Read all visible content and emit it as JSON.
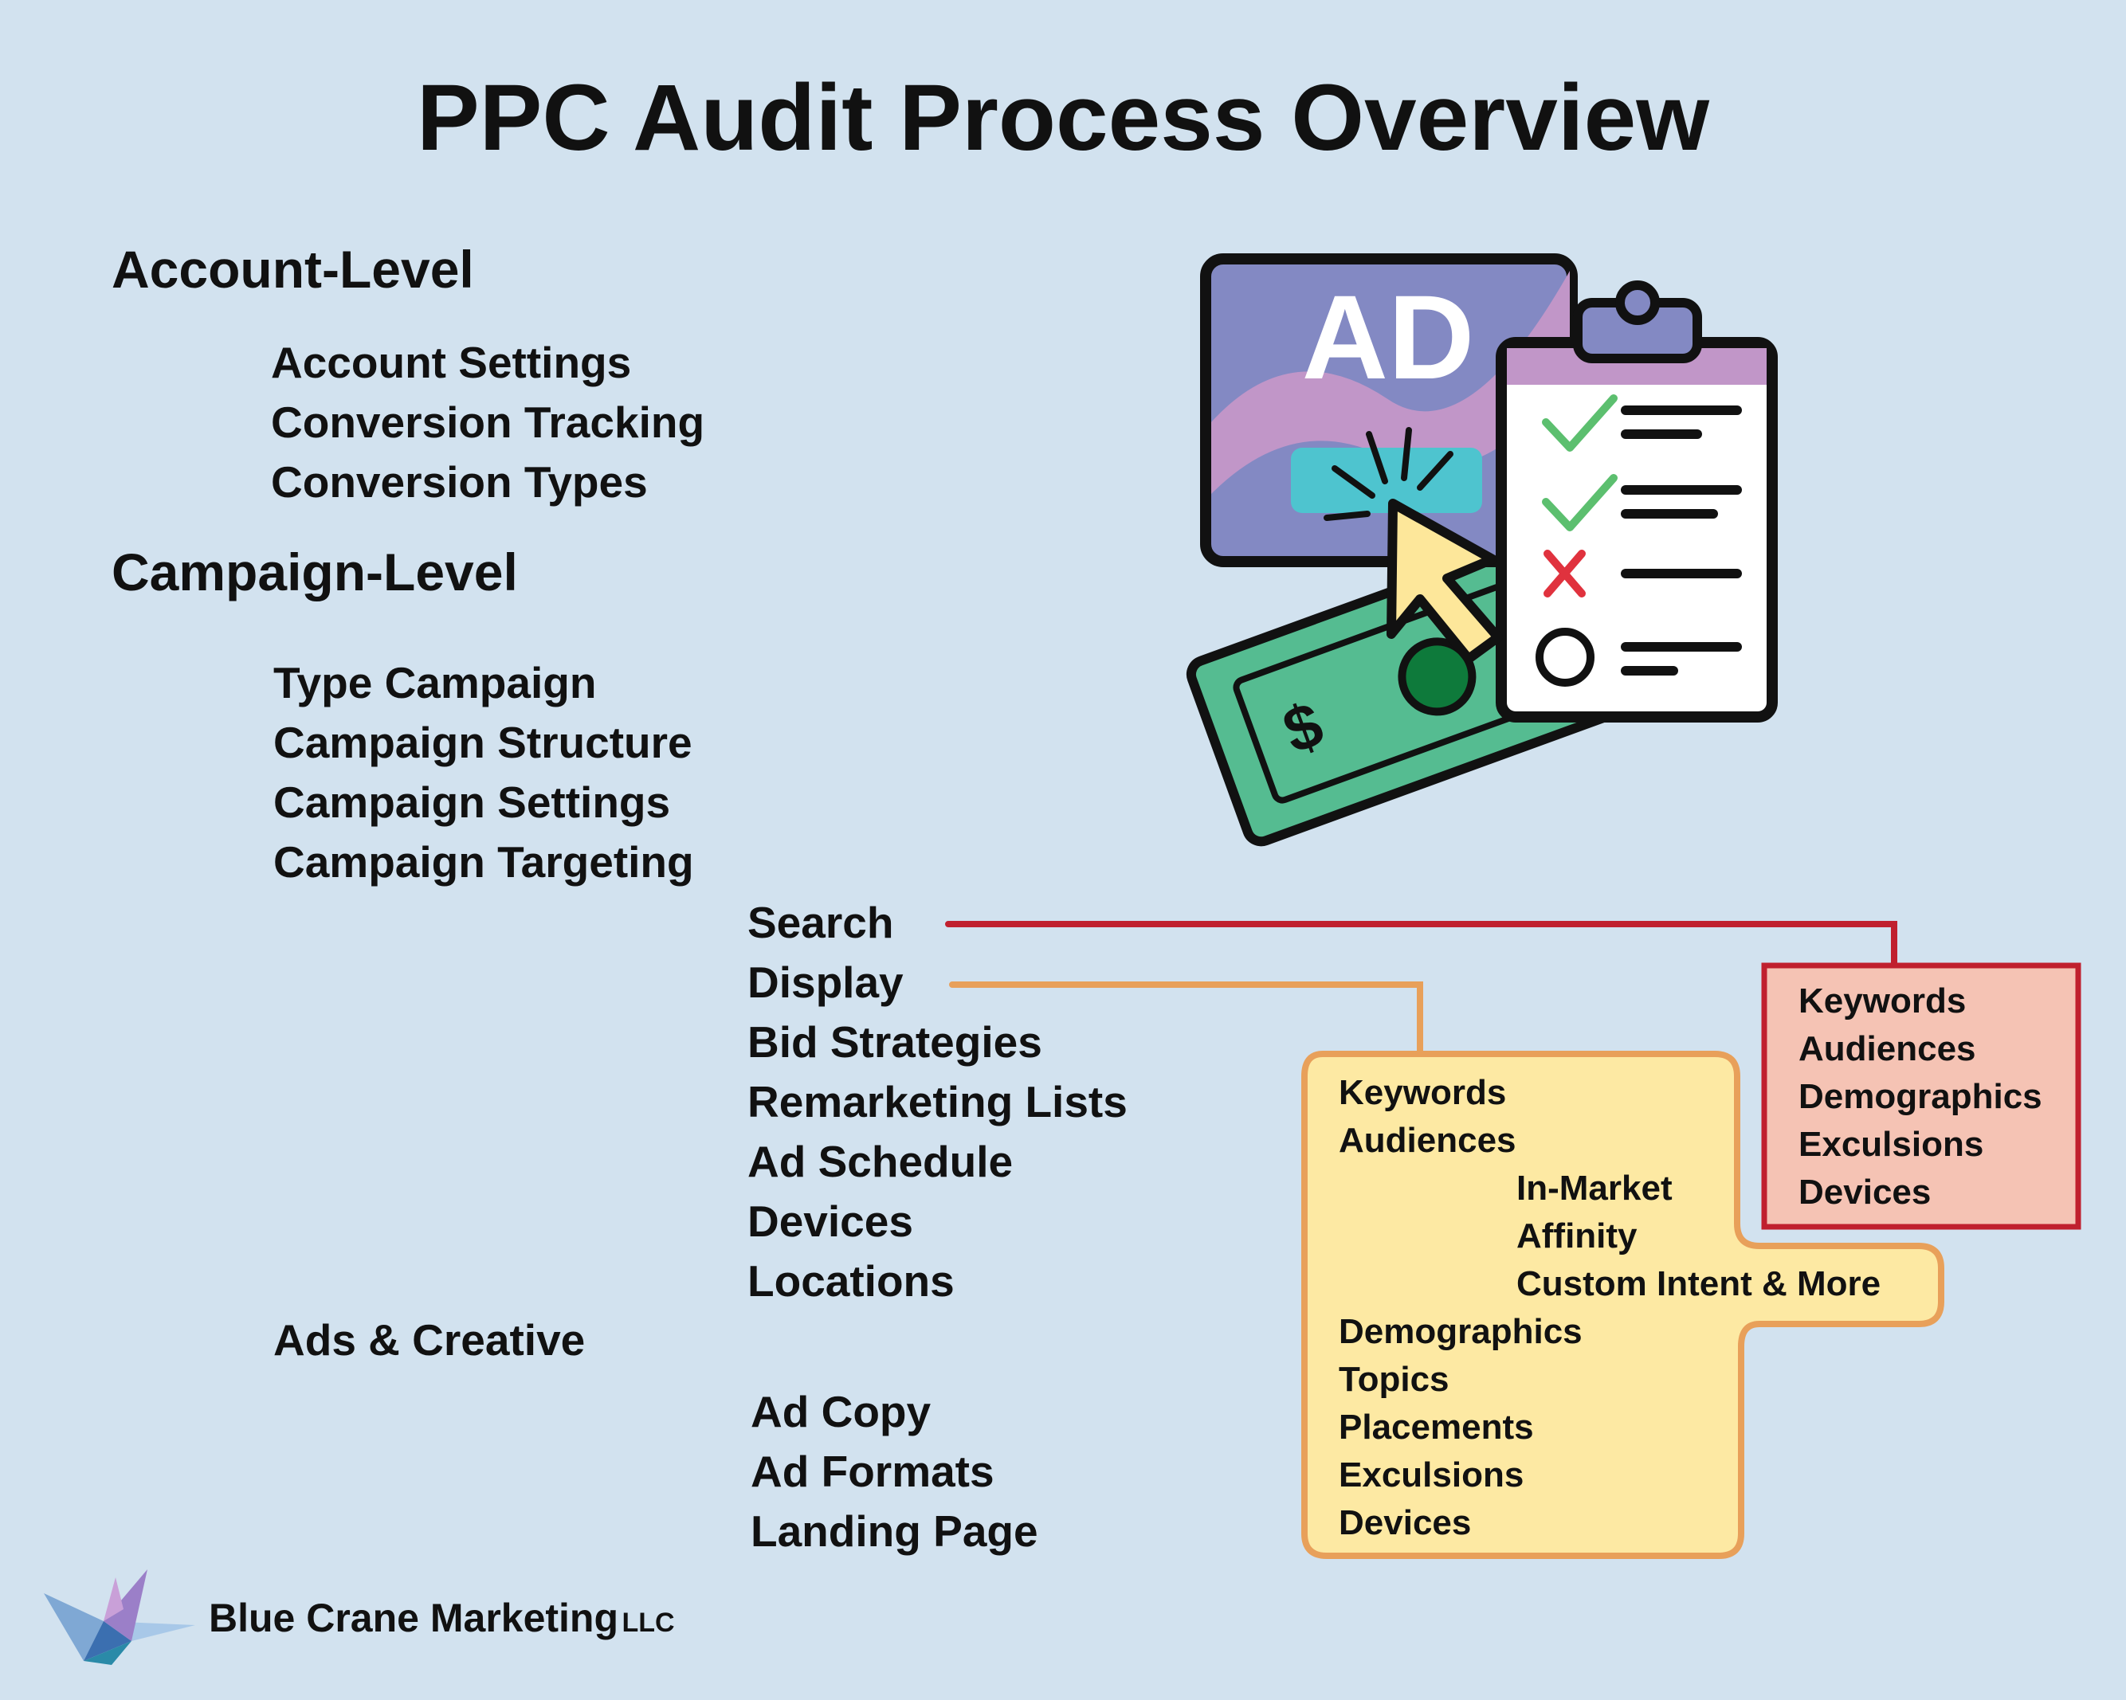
{
  "title": "PPC Audit Process Overview",
  "account_level": {
    "heading": "Account-Level",
    "items": [
      "Account Settings",
      "Conversion Tracking",
      "Conversion Types"
    ]
  },
  "campaign_level": {
    "heading": "Campaign-Level",
    "items": [
      "Type Campaign",
      "Campaign Structure",
      "Campaign Settings",
      "Campaign Targeting"
    ],
    "targeting_items": [
      "Search",
      "Display",
      "Bid Strategies",
      "Remarketing Lists",
      "Ad Schedule",
      "Devices",
      "Locations"
    ]
  },
  "ads_creative": {
    "heading": "Ads & Creative",
    "items": [
      "Ad Copy",
      "Ad Formats",
      "Landing Page"
    ]
  },
  "search_box": {
    "items": [
      "Keywords",
      "Audiences",
      "Demographics",
      "Exculsions",
      "Devices"
    ]
  },
  "display_box": {
    "top_items": [
      "Keywords",
      "Audiences"
    ],
    "audience_sub_items": [
      "In-Market",
      "Affinity",
      "Custom Intent & More"
    ],
    "bottom_items": [
      "Demographics",
      "Topics",
      "Placements",
      "Exculsions",
      "Devices"
    ]
  },
  "illustration": {
    "ad_label": "AD",
    "dollar_sign": "$"
  },
  "footer": {
    "company": "Blue Crane Marketing",
    "suffix": "LLC"
  },
  "colors": {
    "background": "#d2e2ef",
    "search_line": "#c0202e",
    "search_box_fill": "#f5c3b4",
    "display_line": "#e8a05a",
    "display_box_fill": "#fde9a3",
    "ad_screen": "#8389c3",
    "ad_wave": "#c196c8",
    "button": "#4ec4cf",
    "cursor": "#fde79a",
    "money": "#55bc91",
    "money_dark": "#0e7a3b",
    "check": "#5cbf6f",
    "cross": "#e0323e",
    "clip": "#8389c3"
  }
}
